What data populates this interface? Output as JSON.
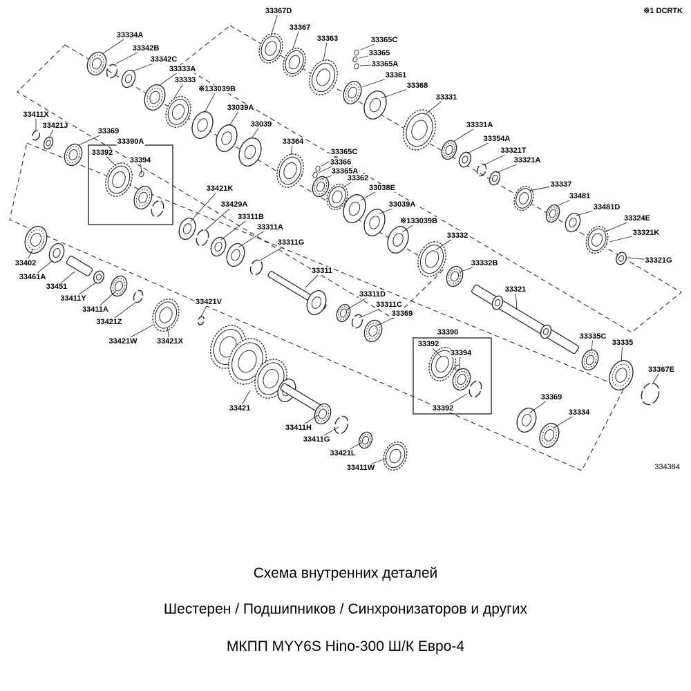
{
  "corner": {
    "note": "※1 DCRTK",
    "code": "334384"
  },
  "captions": {
    "line1": "Схема внутренних деталей",
    "line2": "Шестерен / Подшипников / Синхронизаторов и других",
    "line3": "МКПП MYY6S Hino-300 Ш/К Евро-4"
  },
  "diagram": {
    "line_color": "#2b2b2b",
    "tilt": 22,
    "shaft_angle": 31,
    "bands": [
      "333,37 986,423 914,481 261,94",
      "94,65 641,391 569,461 25,133",
      "39,207 903,562 842,681 14,318"
    ],
    "boxes": [
      [
        128,
        210,
        122,
        115
      ],
      [
        598,
        489,
        113,
        110
      ]
    ],
    "parts": [
      [
        "bearing",
        140,
        92,
        13,
        17
      ],
      [
        "snap",
        162,
        103,
        7,
        10
      ],
      [
        "ring",
        186,
        114,
        9,
        13
      ],
      [
        "bearing",
        224,
        141,
        14,
        19
      ],
      [
        "gear",
        258,
        162,
        17,
        23
      ],
      [
        "ring",
        293,
        181,
        14,
        20
      ],
      [
        "ring",
        328,
        200,
        14,
        20
      ],
      [
        "ring",
        362,
        220,
        15,
        21
      ],
      [
        "snap",
        52,
        196,
        5,
        7
      ],
      [
        "ring",
        70,
        207,
        6,
        9
      ],
      [
        "bearing",
        106,
        224,
        12,
        16
      ],
      [
        "gear",
        172,
        260,
        18,
        25
      ],
      [
        "tiny",
        205,
        252,
        3,
        4
      ],
      [
        "bearing",
        207,
        286,
        12,
        17
      ],
      [
        "snap",
        228,
        302,
        8,
        12
      ],
      [
        "ring",
        271,
        331,
        11,
        16
      ],
      [
        "snap",
        293,
        344,
        8,
        12
      ],
      [
        "ring",
        316,
        357,
        10,
        14
      ],
      [
        "ring",
        341,
        369,
        12,
        17
      ],
      [
        "snap",
        371,
        387,
        8,
        11
      ],
      [
        "shaft",
        430,
        420,
        95,
        9
      ],
      [
        "ring",
        458,
        438,
        13,
        18
      ],
      [
        "bearing",
        497,
        453,
        9,
        13
      ],
      [
        "snap",
        517,
        465,
        7,
        10
      ],
      [
        "bearing",
        540,
        479,
        12,
        16
      ],
      [
        "gear",
        640,
        527,
        18,
        25
      ],
      [
        "tiny",
        662,
        532,
        3,
        4
      ],
      [
        "bearing",
        668,
        549,
        12,
        16
      ],
      [
        "snap",
        688,
        563,
        8,
        12
      ],
      [
        "ring",
        762,
        608,
        13,
        18
      ],
      [
        "bearing",
        795,
        630,
        13,
        18
      ],
      [
        "gear",
        392,
        70,
        16,
        22
      ],
      [
        "gear",
        426,
        90,
        15,
        21
      ],
      [
        "gear",
        468,
        112,
        19,
        26
      ],
      [
        "tiny",
        516,
        76,
        3,
        4
      ],
      [
        "tiny",
        514,
        86,
        3,
        4
      ],
      [
        "tiny",
        516,
        96,
        3,
        4
      ],
      [
        "bearing",
        510,
        134,
        12,
        17
      ],
      [
        "ring",
        543,
        152,
        15,
        21
      ],
      [
        "gear",
        607,
        188,
        22,
        30
      ],
      [
        "bearing",
        650,
        217,
        10,
        14
      ],
      [
        "ring",
        673,
        231,
        8,
        11
      ],
      [
        "snap",
        697,
        246,
        6,
        9
      ],
      [
        "ring",
        716,
        258,
        7,
        10
      ],
      [
        "gear",
        758,
        287,
        13,
        18
      ],
      [
        "bearing",
        800,
        309,
        9,
        13
      ],
      [
        "ring",
        829,
        322,
        10,
        14
      ],
      [
        "gear",
        864,
        347,
        15,
        20
      ],
      [
        "ring",
        899,
        374,
        7,
        9
      ],
      [
        "gear",
        420,
        247,
        18,
        25
      ],
      [
        "tiny",
        460,
        244,
        3,
        4
      ],
      [
        "tiny",
        456,
        253,
        3,
        4
      ],
      [
        "tiny",
        460,
        262,
        3,
        4
      ],
      [
        "bearing",
        464,
        270,
        11,
        15
      ],
      [
        "gear",
        488,
        285,
        14,
        19
      ],
      [
        "ring",
        513,
        302,
        15,
        21
      ],
      [
        "ring",
        542,
        322,
        14,
        20
      ],
      [
        "ring",
        576,
        347,
        14,
        20
      ],
      [
        "gear",
        625,
        375,
        19,
        26
      ],
      [
        "bearing",
        658,
        400,
        11,
        15
      ],
      [
        "shaft",
        760,
        462,
        175,
        13
      ],
      [
        "ring",
        720,
        438,
        7,
        10
      ],
      [
        "ring",
        790,
        480,
        7,
        10
      ],
      [
        "bearing",
        854,
        521,
        11,
        15
      ],
      [
        "bearing",
        899,
        543,
        16,
        22
      ],
      [
        "snap",
        941,
        570,
        12,
        16
      ],
      [
        "bearing",
        52,
        347,
        15,
        20
      ],
      [
        "ring",
        82,
        366,
        10,
        14
      ],
      [
        "shaft",
        115,
        385,
        38,
        13
      ],
      [
        "ring",
        143,
        401,
        7,
        9
      ],
      [
        "bearing",
        172,
        414,
        11,
        15
      ],
      [
        "snap",
        200,
        429,
        6,
        9
      ],
      [
        "gear",
        240,
        456,
        18,
        24
      ],
      [
        "snap",
        291,
        464,
        4,
        6
      ],
      [
        "gear",
        330,
        502,
        24,
        32
      ],
      [
        "gear",
        358,
        523,
        26,
        34
      ],
      [
        "gear",
        392,
        548,
        22,
        29
      ],
      [
        "ring",
        415,
        565,
        12,
        17
      ],
      [
        "shaft",
        440,
        578,
        75,
        11
      ],
      [
        "bearing",
        467,
        599,
        11,
        15
      ],
      [
        "snap",
        494,
        615,
        9,
        13
      ],
      [
        "bearing",
        529,
        637,
        9,
        12
      ],
      [
        "gear",
        572,
        660,
        16,
        21
      ]
    ],
    "labels": [
      [
        "33367D",
        403,
        16,
        392,
        52
      ],
      [
        "33367",
        434,
        40,
        424,
        70
      ],
      [
        "33363",
        474,
        56,
        468,
        88
      ],
      [
        "33334A",
        188,
        51,
        148,
        78
      ],
      [
        "33342B",
        211,
        70,
        168,
        92
      ],
      [
        "33342C",
        237,
        86,
        192,
        103
      ],
      [
        "33333A",
        264,
        100,
        230,
        124
      ],
      [
        "33333",
        268,
        116,
        252,
        142
      ],
      [
        "※133039B",
        314,
        129,
        296,
        163
      ],
      [
        "33365C",
        556,
        58,
        522,
        72
      ],
      [
        "33365",
        549,
        77,
        520,
        84
      ],
      [
        "33365A",
        557,
        93,
        521,
        95
      ],
      [
        "33361",
        573,
        109,
        524,
        126
      ],
      [
        "33368",
        604,
        124,
        552,
        142
      ],
      [
        "33331",
        646,
        141,
        616,
        165
      ],
      [
        "33039A",
        348,
        156,
        332,
        182
      ],
      [
        "33039",
        378,
        180,
        364,
        200
      ],
      [
        "33411X",
        52,
        166,
        52,
        190
      ],
      [
        "33421J",
        80,
        182,
        71,
        200
      ],
      [
        "33369",
        157,
        190,
        114,
        210
      ],
      [
        "33390A",
        189,
        205,
        null,
        null
      ],
      [
        "33392",
        148,
        221,
        168,
        240
      ],
      [
        "33394",
        203,
        232,
        205,
        252
      ],
      [
        "33364",
        424,
        205,
        421,
        224
      ],
      [
        "33365C",
        498,
        220,
        466,
        240
      ],
      [
        "33366",
        493,
        235,
        461,
        250
      ],
      [
        "33365A",
        499,
        248,
        465,
        259
      ],
      [
        "33362",
        518,
        258,
        495,
        272
      ],
      [
        "33038E",
        553,
        272,
        522,
        290
      ],
      [
        "33039A",
        582,
        296,
        548,
        310
      ],
      [
        "※133039B",
        606,
        320,
        582,
        336
      ],
      [
        "33331A",
        694,
        181,
        656,
        205
      ],
      [
        "33354A",
        719,
        201,
        676,
        222
      ],
      [
        "33321T",
        743,
        218,
        700,
        239
      ],
      [
        "33321A",
        763,
        232,
        718,
        250
      ],
      [
        "33337",
        812,
        267,
        766,
        276
      ],
      [
        "33481",
        839,
        284,
        805,
        298
      ],
      [
        "33481D",
        878,
        300,
        833,
        312
      ],
      [
        "33324E",
        922,
        316,
        874,
        336
      ],
      [
        "33321K",
        935,
        337,
        882,
        350
      ],
      [
        "33321G",
        953,
        377,
        908,
        373
      ],
      [
        "33421K",
        318,
        273,
        276,
        320
      ],
      [
        "33429A",
        339,
        296,
        296,
        334
      ],
      [
        "33311B",
        363,
        314,
        320,
        347
      ],
      [
        "33311A",
        391,
        329,
        345,
        358
      ],
      [
        "33311G",
        421,
        351,
        374,
        378
      ],
      [
        "33332",
        662,
        341,
        630,
        362
      ],
      [
        "33332B",
        701,
        381,
        664,
        394
      ],
      [
        "33321",
        746,
        419,
        748,
        448
      ],
      [
        "33311",
        466,
        392,
        442,
        416
      ],
      [
        "33402",
        37,
        381,
        48,
        360
      ],
      [
        "33461A",
        47,
        401,
        76,
        377
      ],
      [
        "33451",
        82,
        415,
        108,
        393
      ],
      [
        "33411Y",
        106,
        432,
        140,
        408
      ],
      [
        "33411A",
        138,
        448,
        168,
        421
      ],
      [
        "33421Z",
        158,
        466,
        197,
        437
      ],
      [
        "33421W",
        178,
        494,
        222,
        470
      ],
      [
        "33421X",
        246,
        494,
        242,
        474
      ],
      [
        "33421V",
        302,
        437,
        291,
        458
      ],
      [
        "33311D",
        539,
        426,
        502,
        448
      ],
      [
        "33311C",
        563,
        441,
        520,
        460
      ],
      [
        "33369",
        582,
        454,
        544,
        472
      ],
      [
        "33390",
        648,
        481,
        null,
        null
      ],
      [
        "33392",
        620,
        498,
        638,
        516
      ],
      [
        "33394",
        667,
        511,
        664,
        530
      ],
      [
        "33392",
        641,
        591,
        676,
        570
      ],
      [
        "33335C",
        858,
        487,
        856,
        508
      ],
      [
        "33335",
        901,
        496,
        899,
        524
      ],
      [
        "33367E",
        957,
        535,
        944,
        556
      ],
      [
        "33369",
        798,
        575,
        766,
        598
      ],
      [
        "33334",
        838,
        597,
        800,
        620
      ],
      [
        "33421",
        347,
        591,
        362,
        565
      ],
      [
        "33411H",
        432,
        619,
        462,
        600
      ],
      [
        "33411G",
        458,
        636,
        490,
        618
      ],
      [
        "33421L",
        496,
        656,
        524,
        640
      ],
      [
        "33411W",
        522,
        677,
        560,
        663
      ]
    ]
  }
}
